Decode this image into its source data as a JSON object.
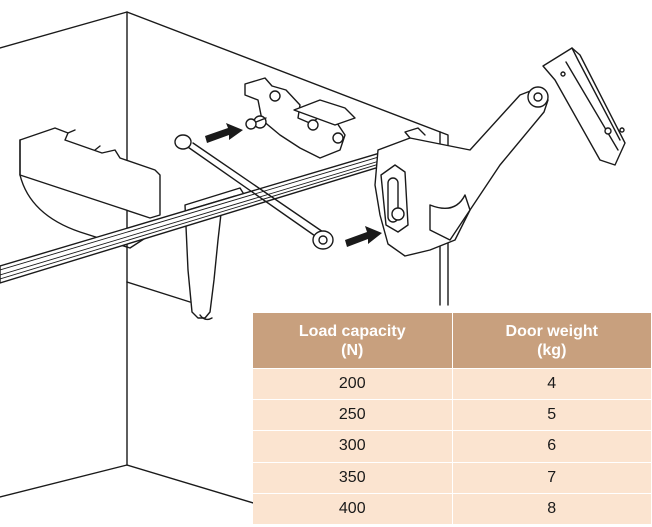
{
  "table": {
    "headers": [
      [
        "Load capacity",
        "(N)"
      ],
      [
        "Door weight",
        "(kg)"
      ]
    ],
    "rows": [
      [
        "200",
        "4"
      ],
      [
        "250",
        "5"
      ],
      [
        "300",
        "6"
      ],
      [
        "350",
        "7"
      ],
      [
        "400",
        "8"
      ]
    ]
  },
  "colors": {
    "header_bg": "#c8a07e",
    "row_bg": "#fbe4d0",
    "line": "#1a1a1a"
  }
}
